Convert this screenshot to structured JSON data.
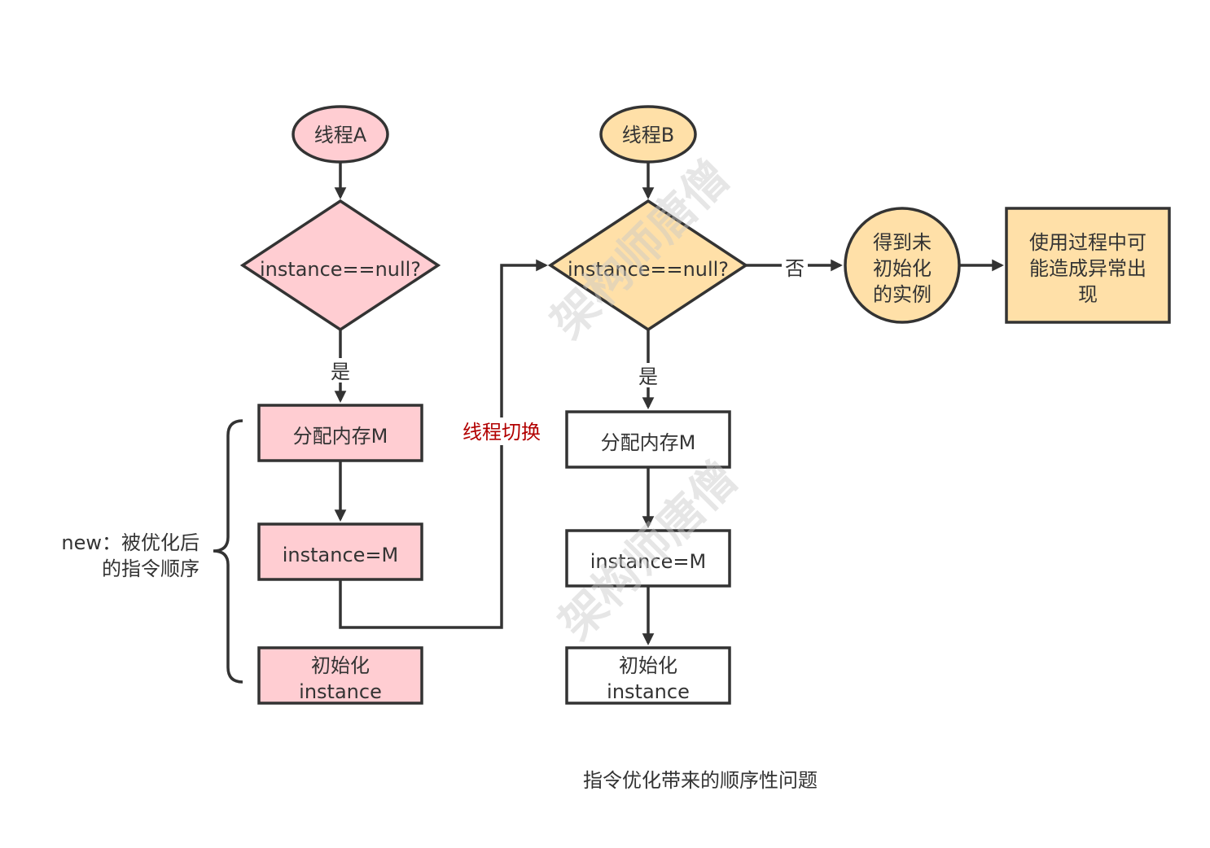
{
  "colors": {
    "thread_a_fill": "#ffcdd2",
    "thread_b_fill": "#ffe0a8",
    "stroke": "#333333",
    "white_fill": "#ffffff",
    "switch_label": "#b20000"
  },
  "thread_a": {
    "start": "线程A",
    "decision": "instance==null?",
    "yes": "是",
    "step1": "分配内存M",
    "step2": "instance=M",
    "step3_line1": "初始化",
    "step3_line2": "instance"
  },
  "thread_b": {
    "start": "线程B",
    "decision": "instance==null?",
    "yes": "是",
    "no": "否",
    "step1": "分配内存M",
    "step2": "instance=M",
    "step3_line1": "初始化",
    "step3_line2": "instance",
    "result_line1": "得到未",
    "result_line2": "初始化",
    "result_line3": "的实例",
    "outcome_line1": "使用过程中可",
    "outcome_line2": "能造成异常出",
    "outcome_line3": "现"
  },
  "switch_label": "线程切换",
  "brace_label_line1": "new：被优化后",
  "brace_label_line2": "的指令顺序",
  "caption": "指令优化带来的顺序性问题",
  "watermark": "架构师唐僧"
}
